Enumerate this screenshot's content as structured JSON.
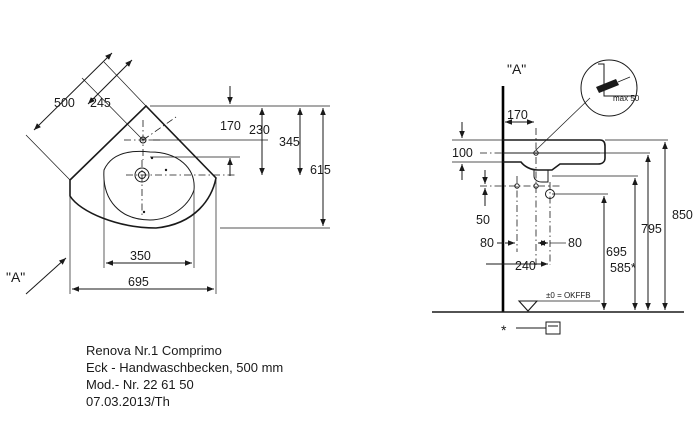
{
  "plan": {
    "dims": {
      "d500": "500",
      "d245": "245",
      "d170": "170",
      "d230": "230",
      "d345": "345",
      "d615": "615",
      "d350": "350",
      "d695": "695"
    },
    "view_label": "\"A\""
  },
  "elevation": {
    "view_label": "\"A\"",
    "dims": {
      "d170": "170",
      "d100": "100",
      "d50": "50",
      "d80_left": "80",
      "d80_right": "80",
      "d240": "240",
      "d850": "850",
      "d795": "795",
      "d695": "695",
      "d585": "585*"
    },
    "detail_label": "max 50",
    "floor_label": "±0 = OKFFB",
    "footnote_marker": "*"
  },
  "info": {
    "line1": "Renova Nr.1 Comprimo",
    "line2": "Eck - Handwaschbecken, 500 mm",
    "line3": "Mod.- Nr. 22 61 50",
    "line4": "07.03.2013/Th"
  }
}
